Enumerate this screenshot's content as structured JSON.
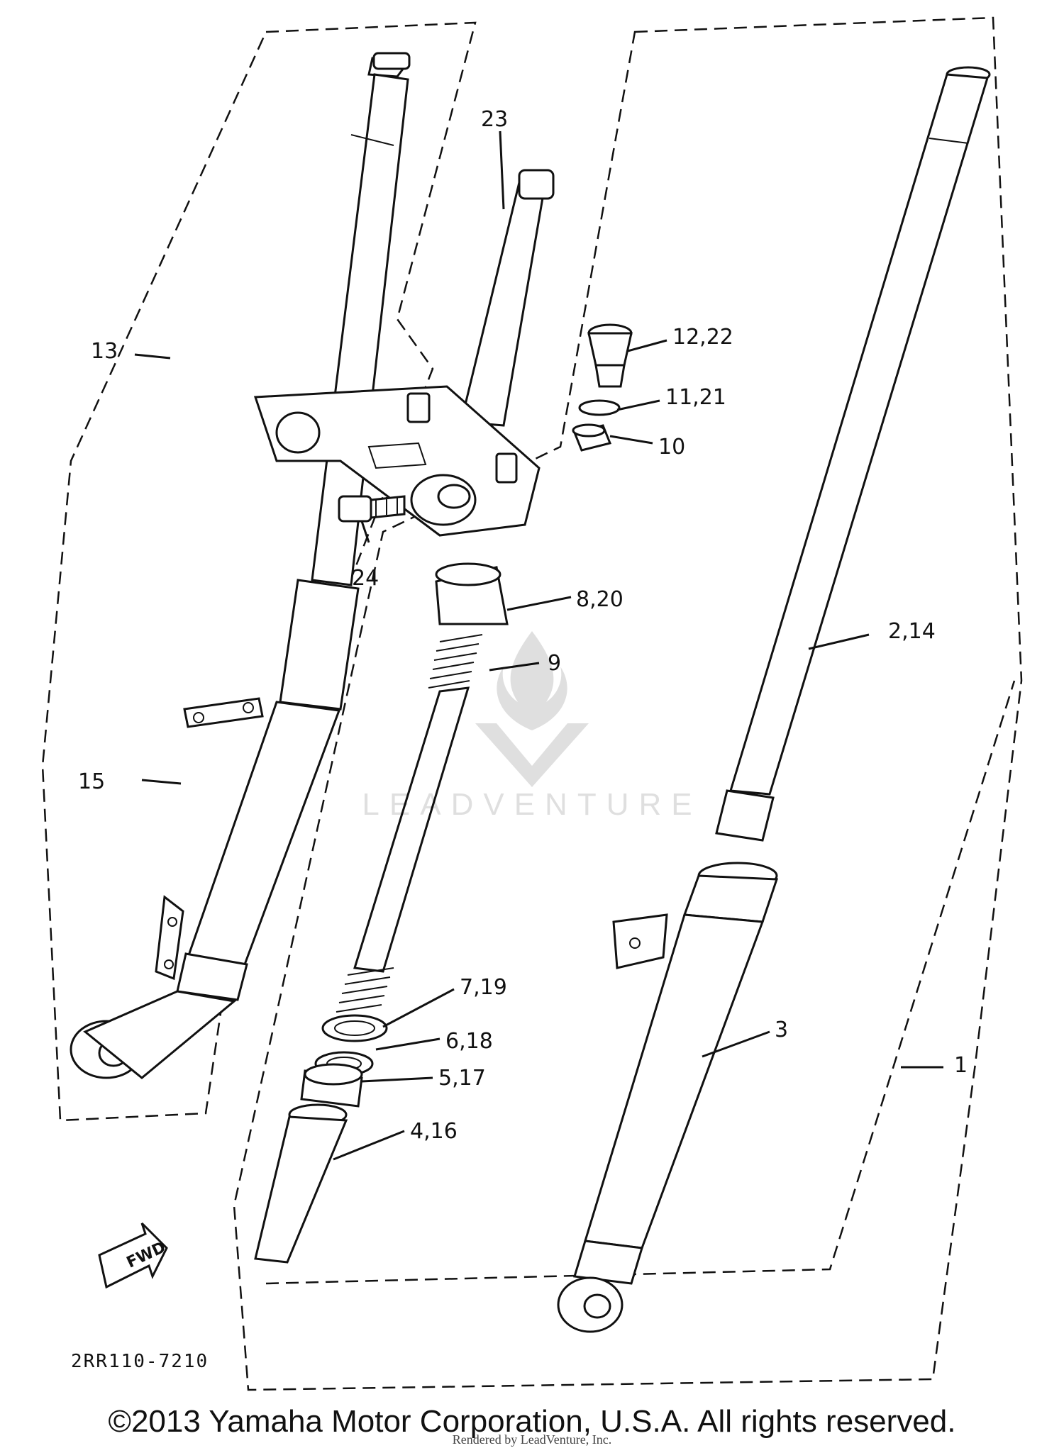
{
  "callouts": {
    "c1": "1",
    "c2_14": "2,14",
    "c3": "3",
    "c4_16": "4,16",
    "c5_17": "5,17",
    "c6_18": "6,18",
    "c7_19": "7,19",
    "c8_20": "8,20",
    "c9": "9",
    "c10": "10",
    "c11_21": "11,21",
    "c12_22": "12,22",
    "c13": "13",
    "c15": "15",
    "c23": "23",
    "c24": "24"
  },
  "fwd_label": "FWD",
  "drawing_code": "2RR110-7210",
  "copyright": "©2013 Yamaha Motor Corporation, U.S.A. All rights reserved.",
  "watermark": "LEADVENTURE",
  "rendered_by": "Rendered by LeadVenture, Inc."
}
